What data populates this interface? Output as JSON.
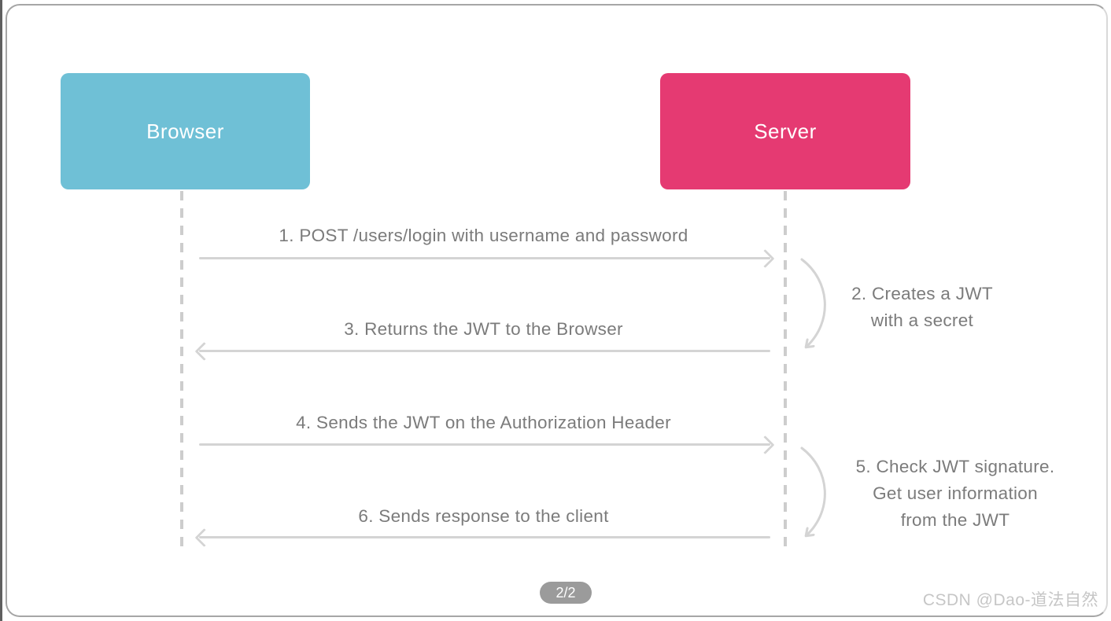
{
  "frame": {
    "badge_label": "2/2",
    "watermark": "CSDN @Dao-道法自然"
  },
  "diagram": {
    "actors": [
      {
        "label": "Browser",
        "color": "#6fc0d6"
      },
      {
        "label": "Server",
        "color": "#e53a72"
      }
    ],
    "messages": [
      {
        "text": "1. POST /users/login with username and password",
        "direction": "right"
      },
      {
        "text": "3. Returns the JWT to the Browser",
        "direction": "left"
      },
      {
        "text": "4. Sends the JWT on the Authorization Header",
        "direction": "right"
      },
      {
        "text": "6. Sends response to the client",
        "direction": "left"
      }
    ],
    "self_actions": [
      {
        "lines": [
          "2. Creates a JWT",
          "with a secret"
        ]
      },
      {
        "lines": [
          "5. Check JWT signature.",
          "Get user information",
          "from the JWT"
        ]
      }
    ]
  },
  "theme": {
    "browser_box": "#6fc0d6",
    "server_box": "#e53a72",
    "box_text": "#ffffff",
    "arrow": "#d4d4d4",
    "lifeline": "#cdcdcd",
    "label_text": "#7b7b7b",
    "badge_bg": "#9b9b9b",
    "badge_text": "#ffffff",
    "watermark_text": "#c6c6c6",
    "card_border": "#a6a6a6"
  }
}
